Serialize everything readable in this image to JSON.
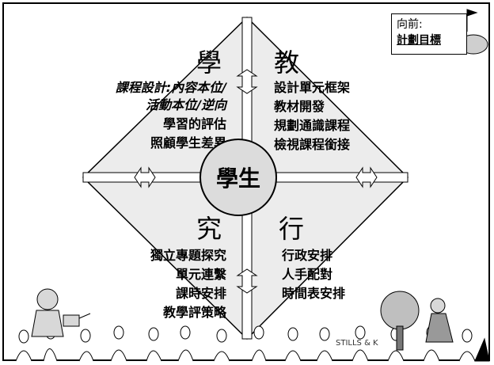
{
  "center": {
    "label": "學生"
  },
  "quadrants": {
    "learn": {
      "title": "學",
      "items": [
        {
          "text": "課程設計:內容本位/",
          "italic": true
        },
        {
          "text": "活動本位/逆向",
          "italic": true
        },
        {
          "text": "學習的評估",
          "italic": false
        },
        {
          "text": "照顧學生差異",
          "italic": false
        }
      ]
    },
    "teach": {
      "title": "教",
      "items": [
        "設計單元框架",
        "教材開發",
        "規劃通識課程",
        "檢視課程銜接"
      ]
    },
    "research": {
      "title": "究",
      "items": [
        "獨立專題探究",
        "單元連繫",
        "課時安排",
        "教學評策略"
      ]
    },
    "act": {
      "title": "行",
      "items": [
        "行政安排",
        "人手配對",
        "時間表安排"
      ]
    }
  },
  "goal_box": {
    "line1": "向前:",
    "line2": "計劃目標"
  },
  "footer": {
    "credit": "STILLS & K"
  },
  "colors": {
    "diamond_fill": "#e6e6e6",
    "circle_fill": "#dcdcdc",
    "stroke": "#000000"
  }
}
